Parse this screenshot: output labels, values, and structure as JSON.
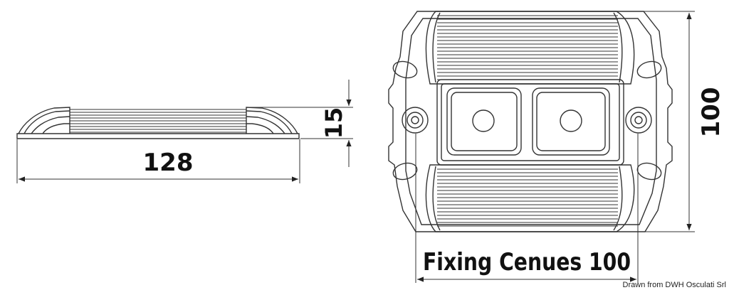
{
  "dimensions": {
    "length": "128",
    "height": "15",
    "depth": "100",
    "fixing": "Fixing Cenues 100"
  },
  "credit": "Drawn from DWH Osculati Srl",
  "colors": {
    "line": "#333333",
    "background": "#ffffff"
  }
}
